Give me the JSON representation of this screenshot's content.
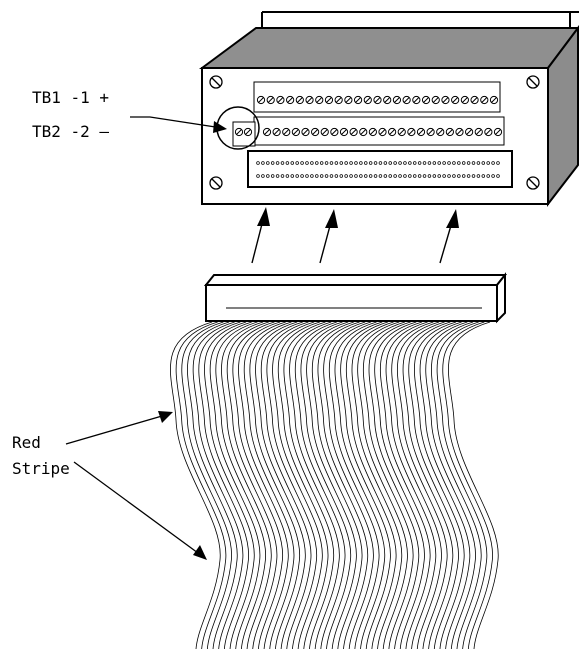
{
  "labels": {
    "tb1": "TB1 -1 +",
    "tb2": "TB2 -2 –",
    "red": "Red",
    "stripe": "Stripe"
  },
  "counts": {
    "upper_terminals": 25,
    "lower_terminals": 25,
    "connector_pins_per_row": 50,
    "cable_wires": 50
  },
  "colors": {
    "ink": "#000000",
    "box_side": "#8c8c8c",
    "box_top": "#8f8f8f",
    "paper": "#ffffff"
  }
}
